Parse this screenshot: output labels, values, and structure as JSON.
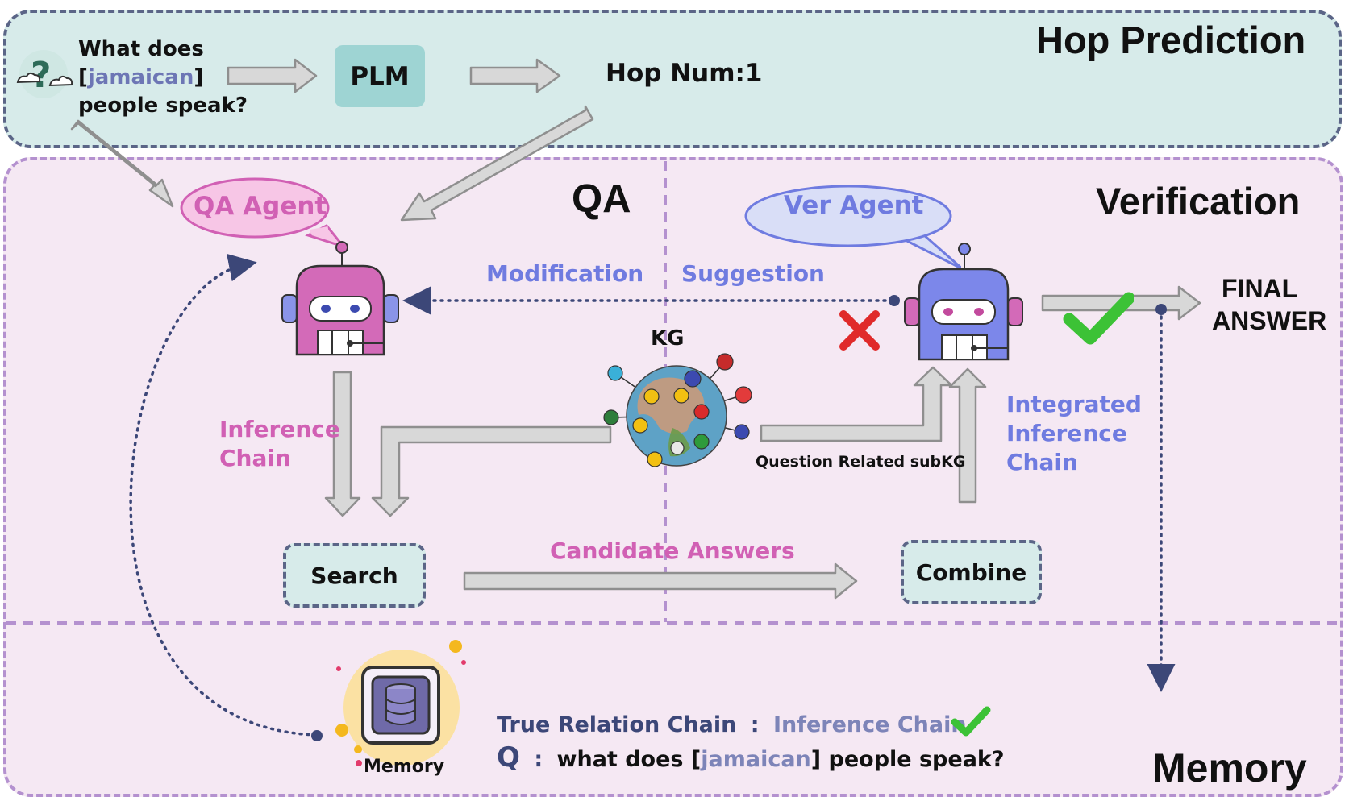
{
  "hop_prediction": {
    "title": "Hop Prediction",
    "question": {
      "line1": "What does",
      "bracket_open": "[",
      "entity": "jamaican",
      "bracket_close": "]",
      "line3": "people speak?"
    },
    "plm_label": "PLM",
    "hop_num_label": "Hop Num:1"
  },
  "qa": {
    "title": "QA",
    "agent_label": "QA Agent",
    "modification_label": "Modification",
    "inference_chain_line1": "Inference",
    "inference_chain_line2": "Chain",
    "search_label": "Search",
    "candidate_answers_label": "Candidate Answers"
  },
  "kg": {
    "label": "KG",
    "subkg_label": "Question Related subKG"
  },
  "verification": {
    "title": "Verification",
    "agent_label": "Ver Agent",
    "suggestion_label": "Suggestion",
    "integrated_line1": "Integrated",
    "integrated_line2": "Inference",
    "integrated_line3": "Chain",
    "combine_label": "Combine",
    "final_answer_line1": "FINAL",
    "final_answer_line2": "ANSWER"
  },
  "memory": {
    "title": "Memory",
    "icon_label": "Memory",
    "relation_label": "True Relation Chain",
    "separator": ":",
    "relation_value": "Inference Chain",
    "q_label": "Q",
    "q_separator": ":",
    "q_text_before": "what does [",
    "q_entity": "jamaican",
    "q_text_after": "] people speak?"
  },
  "colors": {
    "hop_bg": "#d7ebea",
    "main_bg": "#f5e8f3",
    "qa_pink": "#d160b4",
    "ver_blue": "#6f7be0",
    "navy": "#3c4778",
    "check_green": "#3cc236",
    "cross_red": "#e02a2a"
  },
  "icons": [
    "question-cloud-icon",
    "qa-robot-icon",
    "ver-robot-icon",
    "kg-globe-icon",
    "database-icon",
    "check-icon",
    "cross-icon"
  ]
}
